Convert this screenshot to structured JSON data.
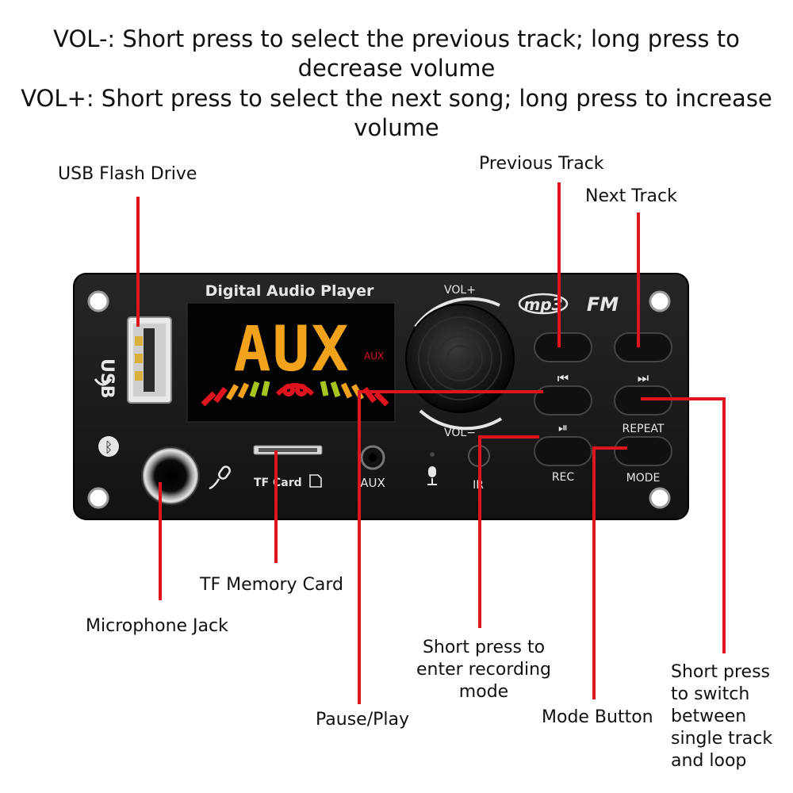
{
  "header": {
    "line1": "VOL-: Short press to select the previous track; long press to",
    "line2": "decrease volume",
    "line3": "VOL+: Short press to select the next song; long press to increase",
    "line4": "volume"
  },
  "callouts": {
    "usb_flash_drive": "USB Flash Drive",
    "previous_track": "Previous Track",
    "next_track": "Next Track",
    "tf_memory_card": "TF Memory Card",
    "microphone_jack": "Microphone Jack",
    "recording": [
      "Short press to",
      "enter recording",
      "mode"
    ],
    "pause_play": "Pause/Play",
    "mode_button": "Mode Button",
    "repeat": [
      "Short press",
      "to switch",
      "between",
      "single track",
      "and loop"
    ]
  },
  "board": {
    "title": "Digital Audio Player",
    "display_text": "AUX",
    "display_badge": "AUX",
    "vol_plus": "VOL+",
    "vol_minus": "VOL−",
    "brand_mp3": "mp3",
    "brand_fm": "FM",
    "usb_label": "USB",
    "tf_card_label": "TF Card",
    "aux_label": "AUX",
    "ir_label": "IR",
    "repeat_label": "REPEAT",
    "rec_label": "REC",
    "mode_label": "MODE",
    "prev_glyph": "⏮",
    "next_glyph": "⏭",
    "play_glyph": "⏯",
    "bluetooth_glyph": "ᛒ"
  },
  "colors": {
    "leader": "#e0141e",
    "board": "#1a1a1a",
    "display_digits": "#f3a21b"
  }
}
